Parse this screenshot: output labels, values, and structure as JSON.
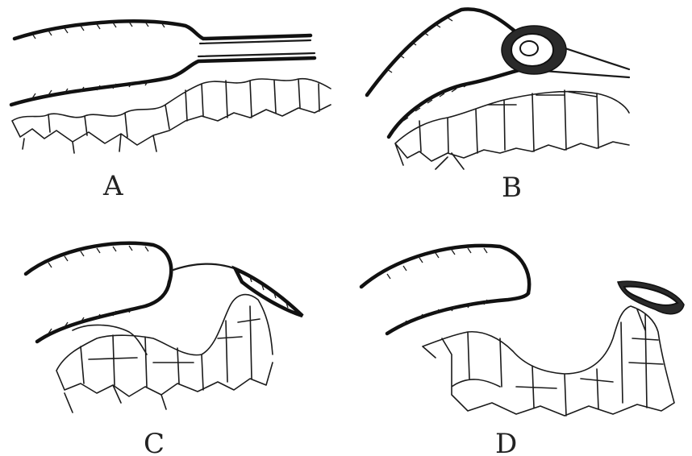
{
  "panels": [
    {
      "id": "A",
      "label": "A"
    },
    {
      "id": "B",
      "label": "B"
    },
    {
      "id": "C",
      "label": "C"
    },
    {
      "id": "D",
      "label": "D"
    }
  ],
  "colors": {
    "ink": "#1a1a1a",
    "background": "#ffffff"
  }
}
